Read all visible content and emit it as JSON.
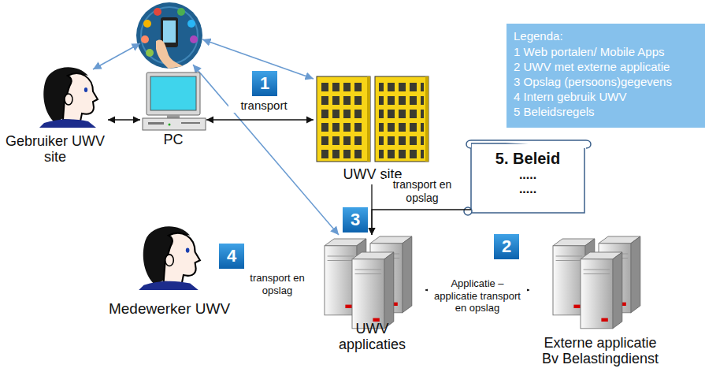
{
  "diagram": {
    "nodes": [
      {
        "text": [
          "Gebruiker UWV site"
        ]
      },
      {
        "text": [
          "PC"
        ]
      },
      {
        "text": [
          "UWV site"
        ]
      },
      {
        "text": [
          "5. Beleid",
          ".....",
          "....."
        ]
      },
      {
        "text": [
          "Medewerker UWV"
        ]
      },
      {
        "text": [
          "UWV applicaties"
        ]
      },
      {
        "text": [
          "Externe applicatie",
          "Bv Belastingdienst"
        ]
      }
    ],
    "edges": [
      {
        "from": 0,
        "to": 1,
        "arrow": "both"
      },
      {
        "from": 1,
        "to": 2,
        "label": "transport",
        "arrow": "both"
      },
      {
        "from": 2,
        "to": 5,
        "arrow": "to"
      },
      {
        "from": 3,
        "to": 5,
        "label": "transport en opslag",
        "arrow": "to"
      },
      {
        "from": 4,
        "to": 5,
        "label": "transport en opslag",
        "arrow": "both"
      },
      {
        "from": 5,
        "to": 6,
        "label": "Applicatie – applicatie transport en opslag",
        "arrow": "both"
      }
    ],
    "labels": [
      "1",
      "2",
      "3",
      "4",
      "Legenda:"
    ],
    "legend": [
      {
        "text": "1 Web portalen/ Mobile Apps"
      },
      {
        "text": "2 UWV met externe applicatie"
      },
      {
        "text": "3 Opslag (persoons)gegevens"
      },
      {
        "text": "4 Intern gebruik UWV"
      },
      {
        "text": "5 Beleidsregels"
      }
    ]
  }
}
